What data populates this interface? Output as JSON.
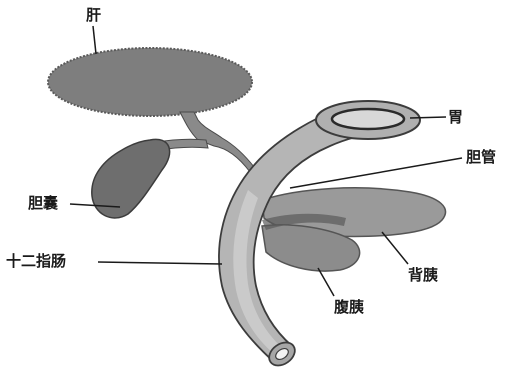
{
  "labels": {
    "liver": "肝",
    "stomach": "胃",
    "bile_duct": "胆管",
    "gallbladder": "胆囊",
    "duodenum": "十二指肠",
    "dorsal_pancreas": "背胰",
    "ventral_pancreas": "腹胰"
  },
  "colors": {
    "organ_dark": "#7a7a7a",
    "organ_mid": "#9c9c9c",
    "organ_light": "#c8c8c8",
    "outline": "#3c3c3c",
    "leader_line": "#1a1a1a"
  }
}
